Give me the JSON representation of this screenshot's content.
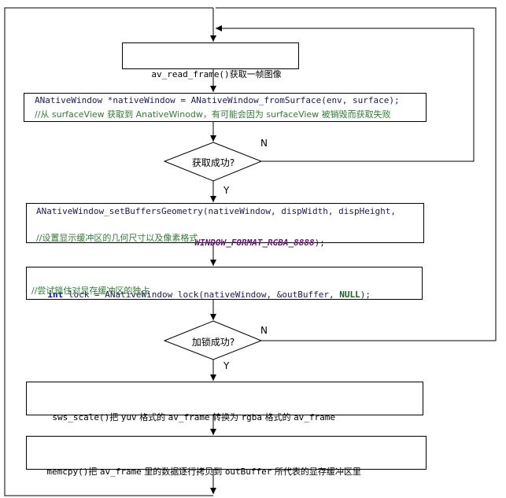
{
  "nodes": {
    "read": {
      "code": "av_read_frame()",
      "text": "获取一帧图像"
    },
    "fromSurface": {
      "line1": "ANativeWindow *nativeWindow = ANativeWindow_fromSurface(env, surface);",
      "comment_a": "//从 surfaceView 获取到 AnativeWinodw，有可能会因为 surfaceView 被销毁而获取失败"
    },
    "d1": {
      "label": "获取成功?"
    },
    "setBuffers": {
      "line1": "ANativeWindow_setBuffersGeometry(nativeWindow, dispWidth, dispHeight,",
      "line2": "WINDOW_FORMAT_RGBA_8888",
      "line2_tail": ");",
      "comment": "//设置显示缓冲区的几何尺寸以及像素格式"
    },
    "lock": {
      "kw_int": "int",
      "code_mid": " lock = ANativeWindow_lock(nativeWindow, &outBuffer, ",
      "kw_null": "NULL",
      "code_end": ");",
      "comment": "//尝试锁住对显存缓冲区的独占"
    },
    "d2": {
      "label": "加锁成功?"
    },
    "sws": {
      "a": "sws_scale()",
      "b": "把 ",
      "c": "yuv",
      "d": " 格式的 ",
      "e": "av_frame",
      "f": " 转换为 ",
      "g": "rgba",
      "h": " 格式的 ",
      "i": "av_frame"
    },
    "memcpy": {
      "a": "memcpy()",
      "b": "把 ",
      "c": "av_frame",
      "d": " 里的数据逐行拷贝到 ",
      "e": "outBuffer",
      "f": " 所代表的显存缓冲区里"
    }
  },
  "edges": {
    "d1_no": "N",
    "d1_yes": "Y",
    "d2_no": "N",
    "d2_yes": "Y"
  }
}
